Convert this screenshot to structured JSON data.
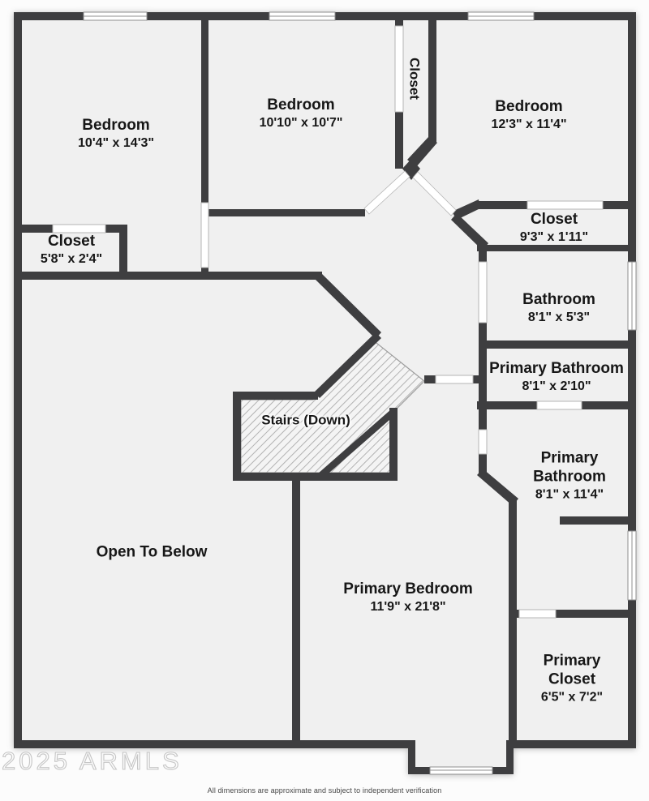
{
  "watermark": "2025 ARMLS",
  "footer": {
    "disclaimer": "All dimensions are approximate and subject to independent verification"
  },
  "rooms": {
    "bedroom_top_left": {
      "name": "Bedroom",
      "dims": "10'4\" x 14'3\""
    },
    "bedroom_top_middle": {
      "name": "Bedroom",
      "dims": "10'10\" x 10'7\""
    },
    "bedroom_top_right": {
      "name": "Bedroom",
      "dims": "12'3\" x 11'4\""
    },
    "closet_hall_vertical": {
      "name": "Closet"
    },
    "closet_bedroom_right": {
      "name": "Closet",
      "dims": "9'3\" x 1'11\""
    },
    "bathroom": {
      "name": "Bathroom",
      "dims": "8'1\" x 5'3\""
    },
    "primary_bathroom_small": {
      "name": "Primary Bathroom",
      "dims": "8'1\" x 2'10\""
    },
    "primary_bathroom_large": {
      "name": "Primary Bathroom",
      "dims": "8'1\" x 11'4\""
    },
    "closet_left": {
      "name": "Closet",
      "dims": "5'8\" x 2'4\""
    },
    "stairs": {
      "name": "Stairs (Down)"
    },
    "open_to_below": {
      "name": "Open To Below"
    },
    "primary_bedroom": {
      "name": "Primary Bedroom",
      "dims": "11'9\" x 21'8\""
    },
    "primary_closet": {
      "name": "Primary Closet",
      "dims": "6'5\" x 7'2\""
    }
  },
  "colors": {
    "wall": "#3e3e40",
    "room_fill": "#f0f0f0",
    "hatch_line": "#b2b2b2",
    "opening": "#ffffff",
    "background": "#fcfcfc",
    "label_text": "#171717"
  }
}
